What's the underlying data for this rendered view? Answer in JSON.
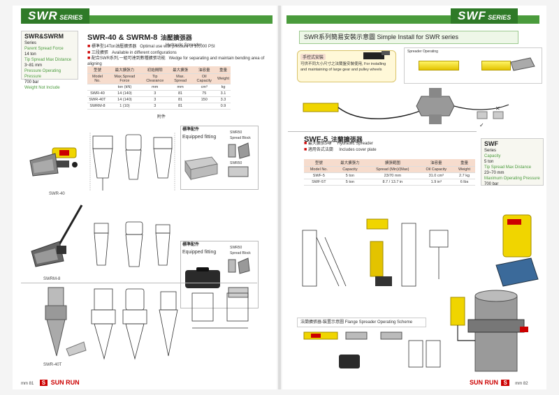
{
  "left": {
    "header": {
      "title": "SWR",
      "sub": "SERIES"
    },
    "sideinfo": {
      "title": "SWR&SWRM",
      "lines": [
        "Series",
        "Parent Spread Force",
        "14 ton",
        "Tip Spread Max Distance",
        "3~81 mm",
        "Pressure Operating Pressure",
        "700 bar",
        "Weight Not Include"
      ]
    },
    "model_title": "SWR-40 & SWRM-8",
    "model_title_zh": "油壓擴張器",
    "model_sub": "Hydraulic Spreader",
    "bullets": [
      "標準型14Ton油壓擴張器",
      "三段擴張",
      "配合SWR系列,一組可達到數種擴張功能"
    ],
    "bullet_notes": [
      "Optimal use with pressure of 10,000 PSI",
      "Available in different configurations",
      "Wedge for separating and maintain bending area of aligning"
    ],
    "table": {
      "headers": [
        "型號",
        "最大擴張力",
        "初始間隙",
        "最大擴張",
        "油容量",
        "重量"
      ],
      "headers_en": [
        "Model No.",
        "Max.Spread Force",
        "Tip Clearance",
        "Max. Spread",
        "Oil Capacity",
        "Weight"
      ],
      "units": [
        "",
        "ton (kN)",
        "mm",
        "mm",
        "cm³",
        "kg"
      ],
      "rows": [
        [
          "SWR-40",
          "14 (140)",
          "3",
          "81",
          "75",
          "3.1"
        ],
        [
          "SWR-40T",
          "14 (140)",
          "3",
          "81",
          "150",
          "3.3"
        ],
        [
          "SWRM-8",
          "1 (10)",
          "3",
          "81",
          "",
          "0.9"
        ]
      ]
    },
    "drawing_label": "附件",
    "equipped_zh": "標準配件",
    "equipped": "Equipped fitting",
    "equipped2_zh": "標準配件",
    "equipped2": "Equipped fitting",
    "swr50": [
      "SWR50",
      "SWR50",
      "Spread Block"
    ],
    "swr50b": [
      "SWR50",
      "Spread Block"
    ],
    "models": [
      "SWR-40",
      "SWRM-8",
      "SWR-40T"
    ],
    "footer": {
      "page": "mm 81",
      "brand": "SUN RUN"
    }
  },
  "right": {
    "header": {
      "title": "SWF",
      "sub": "SERIES"
    },
    "banner": "SWR系列簡易安裝示意圖  Simple Install for SWR series",
    "callout_title": "手控式安裝",
    "callout_text": "可供不同大小尺寸之法蘭盤安裝使用, For installing and maintaining of large gear and pulley wheels",
    "sideinfo": {
      "title": "SWF",
      "lines": [
        "Series",
        "Capacity",
        "5 ton",
        "Tip Spread Max Distance",
        "23~70 mm",
        "Maximum Operating Pressure",
        "700 bar"
      ]
    },
    "swf_title": "SWF-5",
    "swf_title_zh": "法蘭擴張器",
    "swf_sub": [
      "Hydraulic Spreader",
      "Includes cover plate"
    ],
    "swf_bullets": [
      "最大擴張5噸",
      "適用各式法蘭"
    ],
    "swf_table": {
      "headers": [
        "型號",
        "最大擴張力",
        "擴張範圍",
        "油容量",
        "重量"
      ],
      "headers_en": [
        "Model No.",
        "Capacity",
        "Spread (Min)/(Max)",
        "Oil Capacity",
        "Weight"
      ],
      "rows": [
        [
          "SWF-5",
          "5 ton",
          "23/70 mm",
          "31.0 cm³",
          "2.7 kg"
        ],
        [
          "SWF-5T",
          "5 ton",
          "8.7 / 13.7 in",
          "1.9 in³",
          "6 lbs"
        ]
      ]
    },
    "flange_caption": "法蘭擴張器-裝置示意圖 Flange Spreader Operating Scheme",
    "install_caption": "Spreader Operating",
    "footer": {
      "page": "mm 82",
      "brand": "SUN RUN"
    }
  },
  "colors": {
    "green": "#4a9b3c",
    "dark_green": "#2f7a28",
    "red": "#cc0000",
    "peach": "#f0b99a",
    "yellow": "#f0d500"
  }
}
